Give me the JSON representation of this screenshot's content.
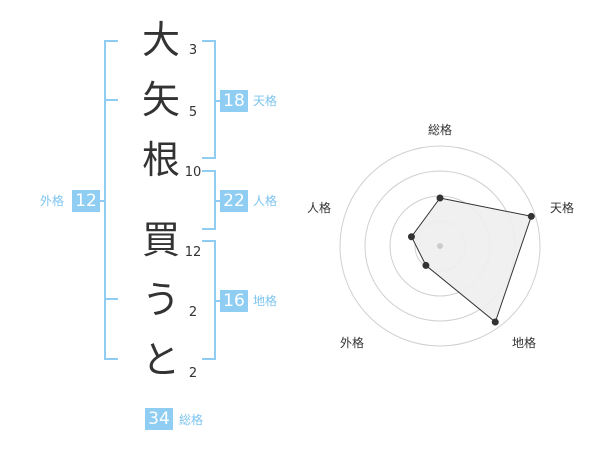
{
  "name_characters": [
    {
      "char": "大",
      "strokes": "3"
    },
    {
      "char": "矢",
      "strokes": "5"
    },
    {
      "char": "根",
      "strokes": "10"
    },
    {
      "char": "買",
      "strokes": "12"
    },
    {
      "char": "う",
      "strokes": "2"
    },
    {
      "char": "と",
      "strokes": "2"
    }
  ],
  "kakusu": {
    "tenkaku": {
      "label": "天格",
      "value": "18"
    },
    "jinkaku": {
      "label": "人格",
      "value": "22"
    },
    "chikaku": {
      "label": "地格",
      "value": "16"
    },
    "gaikaku": {
      "label": "外格",
      "value": "12"
    },
    "soukaku": {
      "label": "総格",
      "value": "34"
    }
  },
  "colors": {
    "accent": "#8fcdf3",
    "accent_text": "#7cc4ef",
    "polygon_fill": "#eeeeee",
    "point": "#333333"
  },
  "chart_data": {
    "type": "radar",
    "axes": [
      "総格",
      "天格",
      "地格",
      "外格",
      "人格"
    ],
    "values": [
      0.48,
      0.96,
      0.94,
      0.24,
      0.3
    ],
    "scale_max": 1,
    "rings": 4
  }
}
